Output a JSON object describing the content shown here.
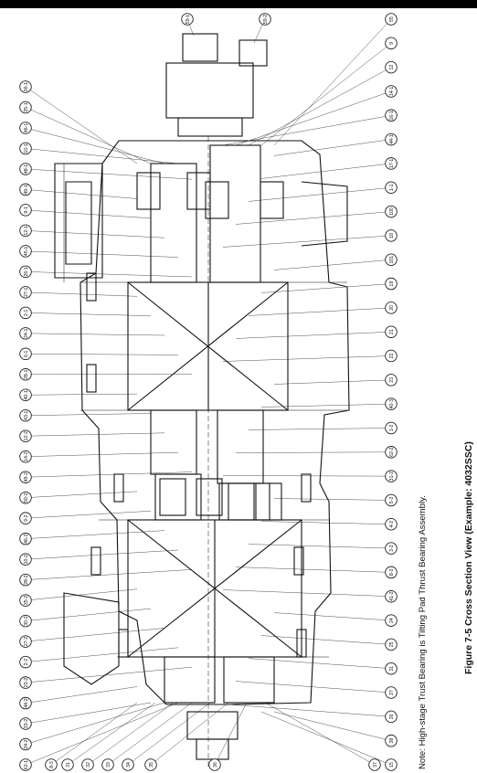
{
  "page": {
    "note": "Note: High-stage Trust Bearing is Tilting Pad Thrust Bearing Assembly.",
    "caption": "Figure 7-5 Cross Section View (Example: 4032SSC)"
  },
  "callouts": {
    "left_column": [
      "36-1",
      "25-1",
      "46-1",
      "10-1",
      "48-1",
      "49-1",
      "9-1",
      "12-1",
      "45-1",
      "26-1",
      "27-1",
      "2-1",
      "24-1",
      "6-1",
      "28-1",
      "40-1",
      "43-1",
      "12-2",
      "14-2",
      "49-2",
      "50-2",
      "9-2",
      "46-2",
      "10-2",
      "28-2",
      "35-2",
      "30-2",
      "27-2",
      "2-2",
      "23-2",
      "44-2",
      "33-2",
      "24-2",
      "62-1"
    ],
    "right_column": [
      "55",
      "9",
      "12",
      "14-1",
      "16-1",
      "44-1",
      "17-1",
      "1-1",
      "100",
      "18",
      "101",
      "19",
      "20",
      "21",
      "22",
      "23",
      "40-3",
      "1-2",
      "62-2",
      "31-2",
      "5-2",
      "4-2",
      "3-2",
      "8-2",
      "41-2",
      "24",
      "25",
      "31",
      "27",
      "26",
      "38",
      "15"
    ],
    "top": [
      "59-1",
      "59-2"
    ],
    "bottom": [
      "8-3",
      "31",
      "32",
      "33",
      "34",
      "35",
      "36",
      "37"
    ]
  }
}
